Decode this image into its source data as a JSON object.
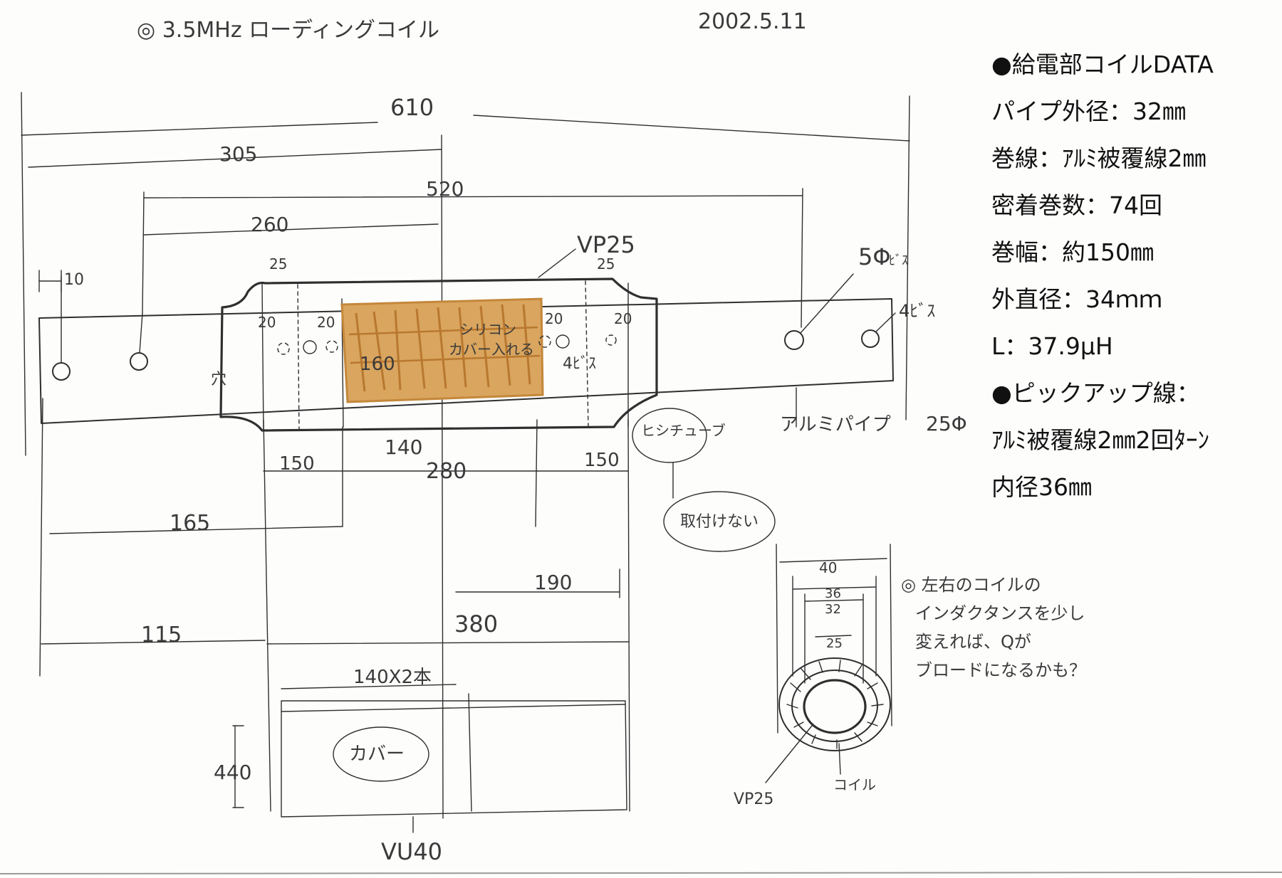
{
  "header": {
    "title": "◎ 3.5MHz ローディングコイル",
    "date": "2002.5.11"
  },
  "data_panel": {
    "lines": [
      "●給電部コイルDATA",
      "パイプ外径：32㎜",
      "巻線：ｱﾙﾐ被覆線2㎜",
      "密着巻数：74回",
      "巻幅：約150㎜",
      "外直径：34ｍｍ",
      "L：37.9μH",
      "●ピックアップ線：",
      "ｱﾙﾐ被覆線2㎜2回ﾀｰﾝ",
      "内径36㎜"
    ]
  },
  "dimensions": {
    "total": "610",
    "half": "305",
    "span520": "520",
    "span260": "260",
    "small10": "10",
    "d25a": "25",
    "d25b": "25",
    "d20a": "20",
    "d20b": "20",
    "d20c": "20",
    "d20d": "20",
    "d160": "160",
    "d140": "140",
    "d150a": "150",
    "d280": "280",
    "d150b": "150",
    "d165": "165",
    "d190": "190",
    "d115": "115",
    "d380": "380",
    "d140x2": "140X2本",
    "d440": "440"
  },
  "labels": {
    "vp25_top": "VP25",
    "hole5": "5Φ",
    "hole5_note": "ﾋﾞｽ",
    "screw4_right": "4ﾋﾞｽ",
    "screw4_center": "4ﾋﾞｽ",
    "silicone1": "シリコン",
    "silicone2": "カバー入れる",
    "left_mark": "穴",
    "alu_pipe": "アルミパイプ",
    "alu_pipe_dia": "25Φ",
    "heat_tube": "ヒシチューブ",
    "not_attached": "取付けない",
    "cover": "カバー",
    "vu40": "VU40",
    "coil": "コイル",
    "vp25_bottom": "VP25",
    "note_1": "◎ 左右のコイルの",
    "note_2": "インダクタンスを少し",
    "note_3": "変えれば、Qが",
    "note_4": "ブロードになるかも？"
  },
  "cross_section": {
    "d40": "40",
    "d36": "36",
    "d32": "32",
    "d25": "25"
  },
  "colors": {
    "ink": "#2f2f2f",
    "coil_fill": "#d9a55f",
    "coil_fill_dark": "#c4873a",
    "paper": "#fdfdfc",
    "panel_text": "#111111"
  }
}
